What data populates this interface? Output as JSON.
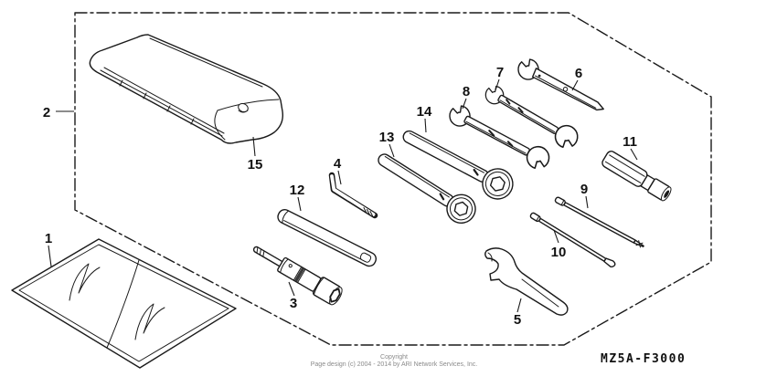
{
  "diagram": {
    "code": "MZ5A-F3000",
    "type": "parts-diagram-tool-kit",
    "background": "#ffffff",
    "line_color": "#1a1a1a",
    "footer_color": "#8a8a8a"
  },
  "footer": {
    "line1": "Copyright",
    "line2": "Page design (c) 2004 - 2014 by ARI Network Services, Inc."
  },
  "callouts": [
    {
      "label": "1"
    },
    {
      "label": "2"
    },
    {
      "label": "3"
    },
    {
      "label": "4"
    },
    {
      "label": "5"
    },
    {
      "label": "6"
    },
    {
      "label": "7"
    },
    {
      "label": "8"
    },
    {
      "label": "9"
    },
    {
      "label": "10"
    },
    {
      "label": "11"
    },
    {
      "label": "12"
    },
    {
      "label": "13"
    },
    {
      "label": "14"
    },
    {
      "label": "15"
    }
  ]
}
